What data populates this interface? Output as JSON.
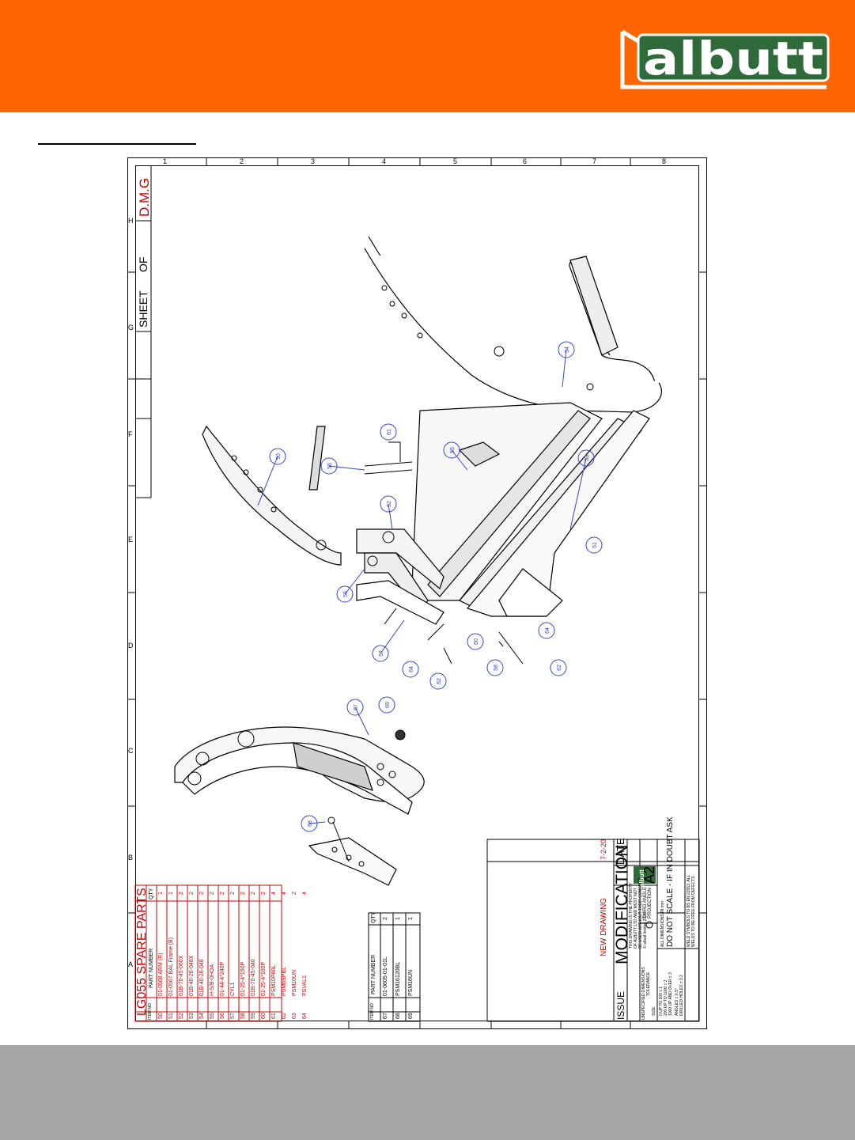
{
  "brand": {
    "name": "albutt"
  },
  "colors": {
    "header_bg": "#ff6600",
    "footer_bg": "#a6a6a6",
    "logo_green": "#2e6a3a",
    "table_red": "#cc0000",
    "balloon_blue": "#3344cc"
  },
  "drawing": {
    "drawn_by": "D.M.G",
    "sheet_label": "SHEET",
    "of_label": "OF",
    "grid_numbers": [
      "1",
      "2",
      "3",
      "4",
      "5",
      "6",
      "7",
      "8"
    ],
    "grid_letters": [
      "A",
      "B",
      "C",
      "D",
      "E",
      "F",
      "G",
      "H"
    ],
    "spare_parts_table": {
      "title": "LG055 SPARE PARTS",
      "headers": [
        "ITEM NO",
        "PART NUMBER",
        "QTY"
      ],
      "rows": [
        [
          "50",
          "01-0568 ARM (R)",
          "1"
        ],
        [
          "51",
          "01-0567 BAL Frame (B)",
          "1"
        ],
        [
          "52",
          "01B-70-45-060X",
          "2"
        ],
        [
          "53",
          "01B-40-26-048X",
          "2"
        ],
        [
          "54",
          "01B-40-26-048",
          "2"
        ],
        [
          "55",
          "H-S/B-0HOA",
          "2"
        ],
        [
          "56",
          "01-44-4*240P",
          "2"
        ],
        [
          "57",
          "CYL1",
          "2"
        ],
        [
          "58",
          "01-25-4*150P",
          "2"
        ],
        [
          "59",
          "01B-70-45-040",
          "2"
        ],
        [
          "60",
          "01-25-4*100P",
          "2"
        ],
        [
          "61",
          "PSM10P80L",
          "4"
        ],
        [
          "62",
          "PSM6SPBL",
          "4"
        ],
        [
          "63",
          "PSM10UN",
          "2"
        ],
        [
          "64",
          "PSVAL1",
          "4"
        ]
      ]
    },
    "extra_table": {
      "headers": [
        "ITEM NO",
        "PART NUMBER",
        "QTY"
      ],
      "rows": [
        [
          "67",
          "01-0605-01-01L",
          "2"
        ],
        [
          "68",
          "PSM16120BL",
          "1"
        ],
        [
          "69",
          "PSM16UN",
          "1"
        ]
      ]
    },
    "title_block": {
      "revision_note": "NEW DRAWING",
      "revision_date": "7-2-20",
      "issue_label": "ISSUE",
      "modification_label": "MODIFICATION",
      "date_label": "DATE",
      "property_lines": [
        "THIS DRAWING IS THE PROPERTY",
        "OF ALBUTT LTD AND MUST NOT",
        "BE USED WITHOUT THEIR CONSENT",
        "© albutt limited 2020"
      ],
      "tolerance_title": "UNSPECIFIED DIMENSIONS",
      "tolerance_label": "TOLERANCE",
      "tolerance_lines": [
        "SIZE",
        "0 UP TO 200   ± 1",
        "200 UP TO 1000   ± 2",
        "1000 UP AND OVER   ± 3",
        "ANGLES   ± 0.5°",
        "DRILLED HOLES   ± 0.2"
      ],
      "projection": "THIRD ANGLE PROJECTION",
      "size": "A2",
      "dimensions_note": "ALL DIMENSIONS IN mm",
      "do_not_scale": "DO NOT SCALE - IF IN DOUBT ASK",
      "weld_note": "WELD SYMBOLS TO BS EN 22553, ALL WELDS TO BE FREE FROM DEFECTS"
    },
    "balloons": [
      "50",
      "51",
      "52",
      "53",
      "54",
      "55",
      "56",
      "57",
      "58",
      "59",
      "60",
      "61",
      "62",
      "63",
      "64",
      "64",
      "67",
      "68",
      "69"
    ]
  }
}
